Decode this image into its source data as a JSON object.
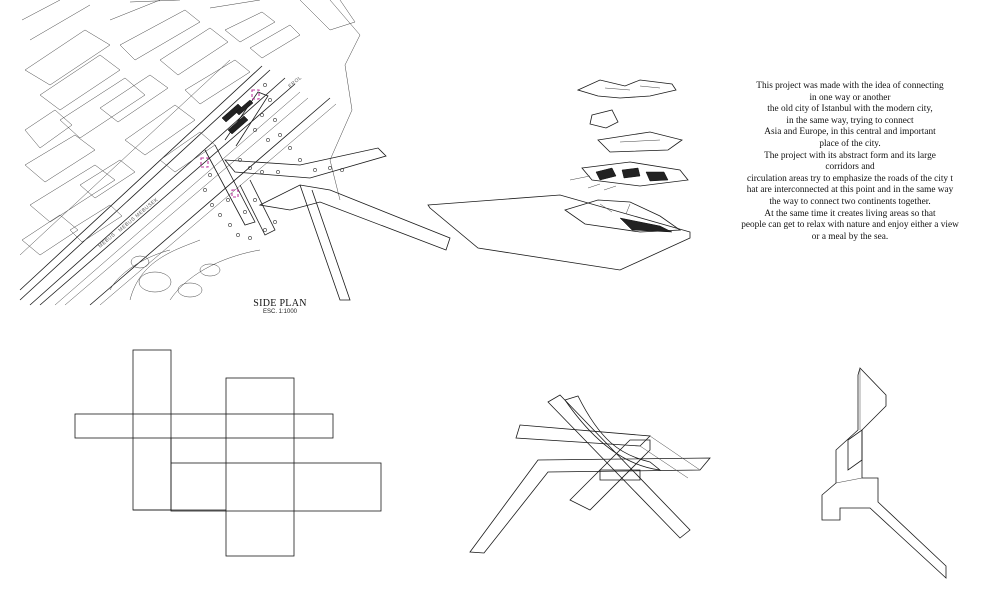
{
  "plan": {
    "title": "SIDE PLAN",
    "scale": "ESC. 1:1000",
    "road_labels": [
      "MEBUS",
      "MEBUS MEBUSEK",
      "EROL"
    ]
  },
  "description": {
    "lines": [
      "This project was made with the idea of connecting",
      "in one way or another",
      "the old city of Istanbul with the modern city,",
      "in the same way, trying to connect",
      "Asia and Europe, in this central and important",
      "place of the city.",
      "The project with its abstract form and its large",
      "corridors and",
      "circulation areas try to emphasize the roads of the city t",
      "hat are interconnected at this point and in the same way",
      "the way to connect two continents together.",
      "At the same time it creates living areas so that",
      "people can get to relax with nature and enjoy either a view",
      "or a meal by the sea."
    ]
  },
  "colors": {
    "line": "#1a1a1a",
    "accent_markers": "#c0399f",
    "background": "#ffffff"
  }
}
